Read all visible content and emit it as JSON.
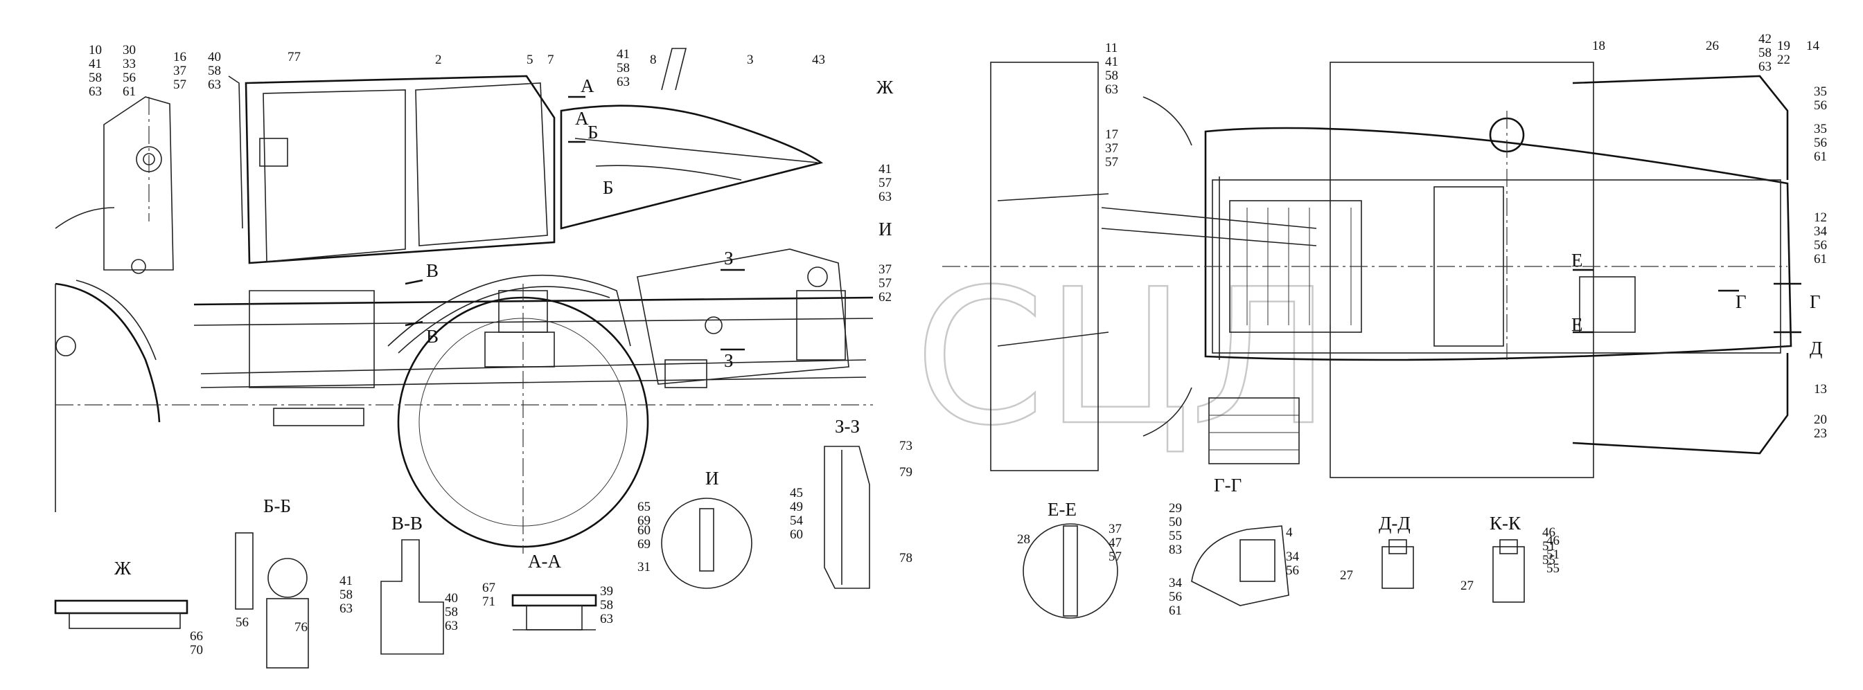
{
  "drawing": {
    "watermark": "СЦЛ",
    "side_view": {
      "callouts": [
        {
          "key": "c1",
          "lines": [
            "10",
            "41",
            "58",
            "63"
          ]
        },
        {
          "key": "c2",
          "lines": [
            "30",
            "33",
            "56",
            "61"
          ]
        },
        {
          "key": "c3",
          "lines": [
            "16",
            "37",
            "57"
          ]
        },
        {
          "key": "c4",
          "lines": [
            "40",
            "58",
            "63"
          ]
        },
        {
          "key": "c5",
          "lines": [
            "77"
          ]
        },
        {
          "key": "c6",
          "lines": [
            "2"
          ]
        },
        {
          "key": "c7",
          "lines": [
            "5"
          ]
        },
        {
          "key": "c8",
          "lines": [
            "7"
          ]
        },
        {
          "key": "c9",
          "lines": [
            "41",
            "58",
            "63"
          ]
        },
        {
          "key": "c10",
          "lines": [
            "8"
          ]
        },
        {
          "key": "c11",
          "lines": [
            "3"
          ]
        },
        {
          "key": "c12",
          "lines": [
            "43"
          ]
        },
        {
          "key": "c13",
          "lines": [
            "41",
            "57",
            "63"
          ]
        },
        {
          "key": "c14",
          "lines": [
            "37",
            "57",
            "62"
          ]
        }
      ],
      "section_marks": [
        "А",
        "Б",
        "А",
        "Б",
        "В",
        "В",
        "Ж",
        "З",
        "З",
        "И"
      ]
    },
    "top_view": {
      "callouts": [
        {
          "key": "t1",
          "lines": [
            "11",
            "41",
            "58",
            "63"
          ]
        },
        {
          "key": "t2",
          "lines": [
            "17",
            "37",
            "57"
          ]
        },
        {
          "key": "t3",
          "lines": [
            "18"
          ]
        },
        {
          "key": "t4",
          "lines": [
            "26"
          ]
        },
        {
          "key": "t5",
          "lines": [
            "42",
            "58",
            "63"
          ]
        },
        {
          "key": "t6",
          "lines": [
            "19",
            "22"
          ]
        },
        {
          "key": "t7",
          "lines": [
            "14"
          ]
        },
        {
          "key": "t8",
          "lines": [
            "35",
            "56"
          ]
        },
        {
          "key": "t9",
          "lines": [
            "35",
            "56",
            "61"
          ]
        },
        {
          "key": "t10",
          "lines": [
            "12",
            "34",
            "56",
            "61"
          ]
        },
        {
          "key": "t11",
          "lines": [
            "13"
          ]
        },
        {
          "key": "t12",
          "lines": [
            "20",
            "23"
          ]
        }
      ],
      "section_marks": [
        "Е",
        "Е",
        "Г",
        "Г",
        "Д"
      ]
    },
    "details": [
      {
        "key": "zh",
        "title": "Ж",
        "callouts": [
          [
            "66",
            "70"
          ]
        ]
      },
      {
        "key": "bb",
        "title": "Б-Б",
        "callouts": [
          [
            "56"
          ],
          [
            "76"
          ]
        ]
      },
      {
        "key": "vv",
        "title": "В-В",
        "callouts": [
          [
            "41",
            "58",
            "63"
          ],
          [
            "40",
            "58",
            "63"
          ]
        ]
      },
      {
        "key": "aa",
        "title": "А-А",
        "callouts": [
          [
            "67",
            "71"
          ],
          [
            "39",
            "58",
            "63"
          ]
        ]
      },
      {
        "key": "i",
        "title": "И",
        "callouts": [
          [
            "65",
            "69"
          ],
          [
            "60",
            "69"
          ],
          [
            "31"
          ]
        ]
      },
      {
        "key": "zz",
        "title": "З-З",
        "callouts": [
          [
            "73"
          ],
          [
            "79"
          ],
          [
            "45",
            "49",
            "54",
            "60"
          ],
          [
            "78"
          ]
        ]
      },
      {
        "key": "ee",
        "title": "Е-Е",
        "callouts": [
          [
            "28"
          ],
          [
            "37",
            "47",
            "57"
          ]
        ]
      },
      {
        "key": "gg",
        "title": "Г-Г",
        "callouts": [
          [
            "29",
            "50",
            "55",
            "83"
          ],
          [
            "4"
          ],
          [
            "34",
            "56"
          ],
          [
            "34",
            "56",
            "61"
          ]
        ]
      },
      {
        "key": "dd",
        "title": "Д-Д",
        "callouts": [
          [
            "46",
            "51",
            "55"
          ],
          [
            "27"
          ]
        ]
      },
      {
        "key": "kk",
        "title": "К-К",
        "callouts": [
          [
            "46",
            "51",
            "55"
          ],
          [
            "27"
          ]
        ]
      }
    ]
  }
}
